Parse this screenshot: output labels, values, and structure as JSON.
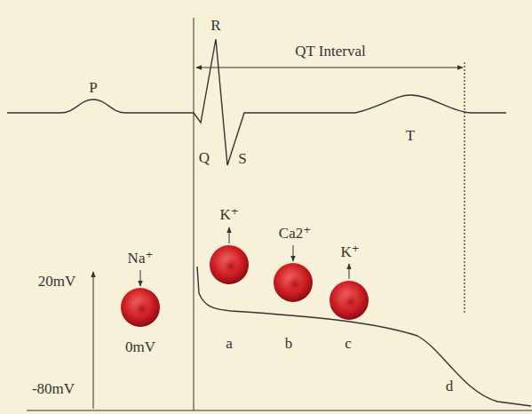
{
  "diagram": {
    "labels": [
      "P",
      "R",
      "QT Interval",
      "T",
      "Q",
      "S",
      "Na⁺",
      "K⁺",
      "Ca2⁺",
      "K⁺",
      "20mV",
      "0mV",
      "-80mV",
      "a",
      "b",
      "c",
      "d"
    ]
  }
}
